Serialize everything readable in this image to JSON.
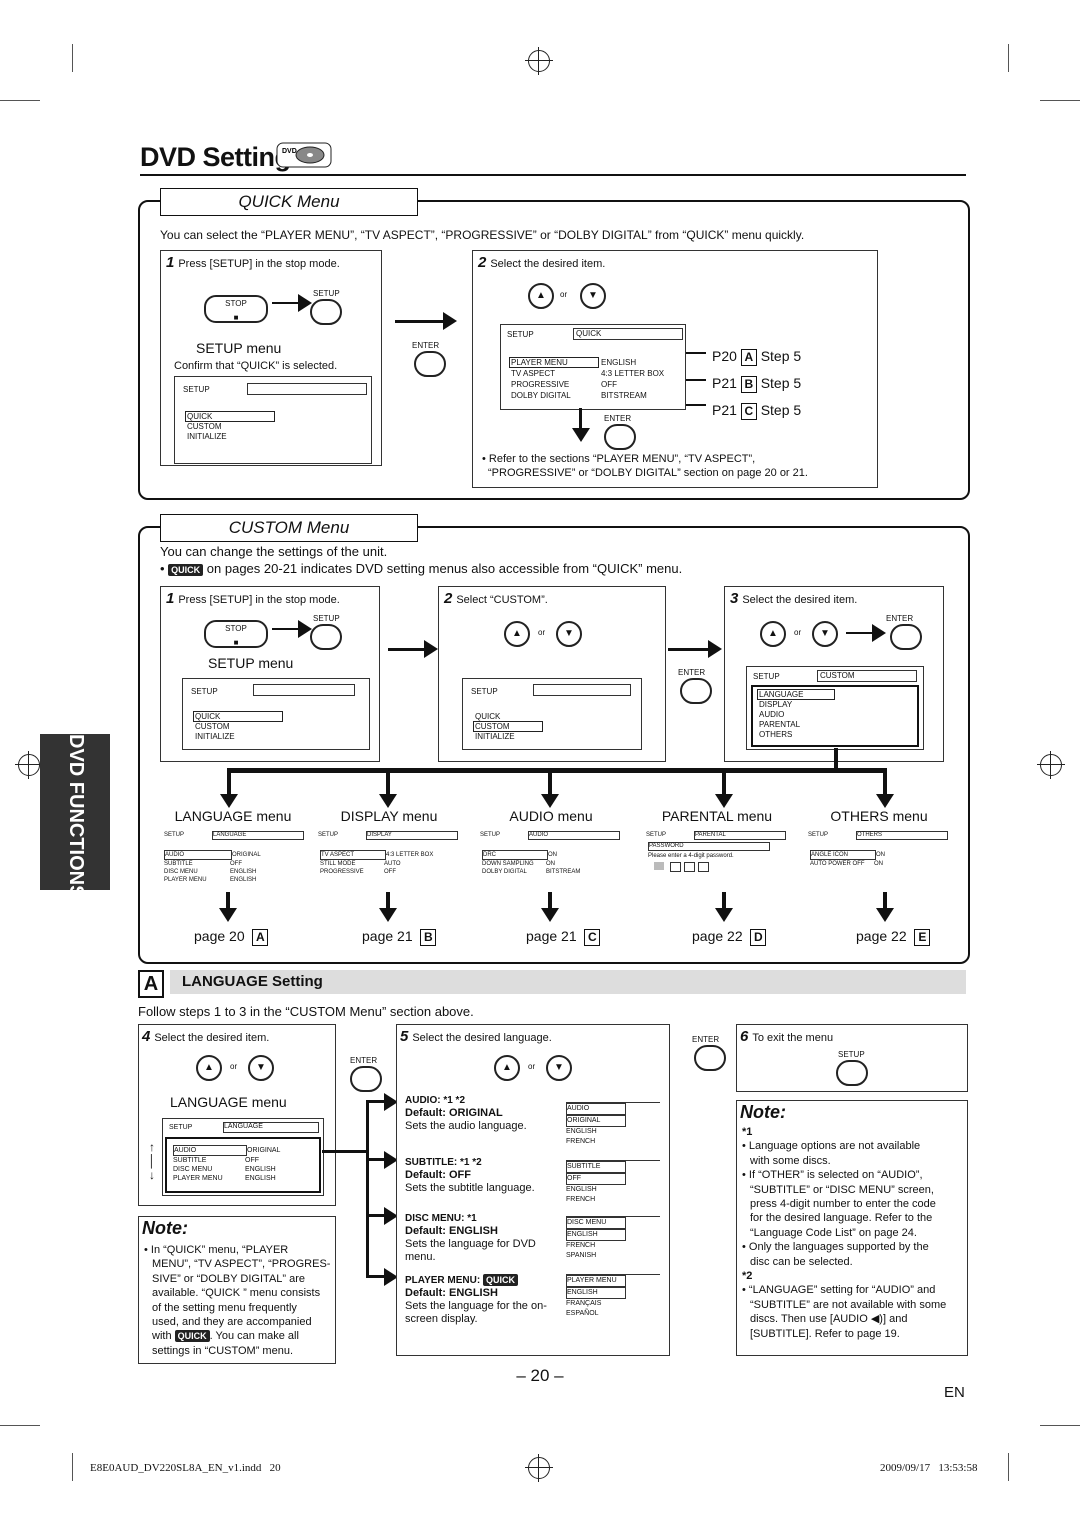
{
  "header": {
    "title": "DVD Setting",
    "icon": "dvd-disc-icon"
  },
  "quick": {
    "tab": "QUICK Menu",
    "intro": "You can select the “PLAYER MENU”, “TV ASPECT”, “PROGRESSIVE” or “DOLBY DIGITAL” from “QUICK” menu quickly.",
    "step1_num": "1",
    "step1_text": "Press [SETUP] in the stop mode.",
    "stop_label": "STOP",
    "setup_label": "SETUP",
    "enter_label": "ENTER",
    "or": "or",
    "setup_menu_label": "SETUP menu",
    "confirm_text": "Confirm that “QUICK” is selected.",
    "screen1": {
      "title": "SETUP",
      "items": [
        "QUICK",
        "CUSTOM",
        "INITIALIZE"
      ]
    },
    "step2_num": "2",
    "step2_text": "Select the desired item.",
    "screen2": {
      "title": "SETUP",
      "tab": "QUICK",
      "rows": [
        [
          "PLAYER MENU",
          "ENGLISH"
        ],
        [
          "TV ASPECT",
          "4:3 LETTER BOX"
        ],
        [
          "PROGRESSIVE",
          "OFF"
        ],
        [
          "DOLBY DIGITAL",
          "BITSTREAM"
        ]
      ]
    },
    "refs": [
      [
        "P20",
        "A",
        "Step 5"
      ],
      [
        "P21",
        "B",
        "Step 5"
      ],
      [
        "P21",
        "C",
        "Step 5"
      ]
    ],
    "refer_note1": "• Refer to the sections “PLAYER MENU”, “TV ASPECT”,",
    "refer_note2": "“PROGRESSIVE” or “DOLBY DIGITAL” section on page 20 or 21."
  },
  "custom": {
    "tab": "CUSTOM Menu",
    "intro1": "You can change the settings of the unit.",
    "intro2_badge": "QUICK",
    "intro2": "on pages 20-21 indicates DVD setting menus also accessible from “QUICK” menu.",
    "step1_num": "1",
    "step1_text": "Press [SETUP] in the stop mode.",
    "step2_num": "2",
    "step2_text": "Select “CUSTOM”.",
    "step3_num": "3",
    "step3_text": "Select the desired item.",
    "setup_menu_label": "SETUP menu",
    "screen1": {
      "title": "SETUP",
      "items": [
        "QUICK",
        "CUSTOM",
        "INITIALIZE"
      ]
    },
    "screen2": {
      "title": "SETUP",
      "items": [
        "QUICK",
        "CUSTOM",
        "INITIALIZE"
      ]
    },
    "screen3": {
      "title": "SETUP",
      "tab": "CUSTOM",
      "items": [
        "LANGUAGE",
        "DISPLAY",
        "AUDIO",
        "PARENTAL",
        "OTHERS"
      ]
    },
    "menus": [
      {
        "label": "LANGUAGE menu",
        "tab": "LANGUAGE",
        "rows": [
          [
            "AUDIO",
            "ORIGINAL"
          ],
          [
            "SUBTITLE",
            "OFF"
          ],
          [
            "DISC MENU",
            "ENGLISH"
          ],
          [
            "PLAYER MENU",
            "ENGLISH"
          ]
        ],
        "page": "page 20",
        "letter": "A"
      },
      {
        "label": "DISPLAY menu",
        "tab": "DISPLAY",
        "rows": [
          [
            "TV ASPECT",
            "4:3 LETTER BOX"
          ],
          [
            "STILL MODE",
            "AUTO"
          ],
          [
            "PROGRESSIVE",
            "OFF"
          ]
        ],
        "page": "page 21",
        "letter": "B"
      },
      {
        "label": "AUDIO menu",
        "tab": "AUDIO",
        "rows": [
          [
            "DRC",
            "ON"
          ],
          [
            "DOWN SAMPLING",
            "ON"
          ],
          [
            "DOLBY DIGITAL",
            "BITSTREAM"
          ]
        ],
        "page": "page 21",
        "letter": "C"
      },
      {
        "label": "PARENTAL menu",
        "tab": "PARENTAL",
        "rows": [
          [
            "PASSWORD",
            ""
          ],
          [
            "Please enter a 4-digit password.",
            ""
          ]
        ],
        "page": "page 22",
        "letter": "D"
      },
      {
        "label": "OTHERS menu",
        "tab": "OTHERS",
        "rows": [
          [
            "ANGLE ICON",
            "ON"
          ],
          [
            "AUTO POWER OFF",
            "ON"
          ]
        ],
        "page": "page 22",
        "letter": "E"
      }
    ]
  },
  "lang": {
    "letter": "A",
    "heading": "LANGUAGE Setting",
    "follow": "Follow steps 1 to 3 in the “CUSTOM Menu” section above.",
    "step4_num": "4",
    "step4_text": "Select the desired item.",
    "step5_num": "5",
    "step5_text": "Select the desired language.",
    "step6_num": "6",
    "step6_text": "To exit the menu",
    "lang_menu_label": "LANGUAGE menu",
    "screen4": {
      "title": "SETUP",
      "tab": "LANGUAGE",
      "rows": [
        [
          "AUDIO",
          "ORIGINAL"
        ],
        [
          "SUBTITLE",
          "OFF"
        ],
        [
          "DISC MENU",
          "ENGLISH"
        ],
        [
          "PLAYER MENU",
          "ENGLISH"
        ]
      ]
    },
    "options": [
      {
        "head": "AUDIO: *1 *2",
        "default": "Default: ORIGINAL",
        "desc": "Sets the audio language.",
        "list": [
          "AUDIO",
          "ORIGINAL",
          "ENGLISH",
          "FRENCH"
        ]
      },
      {
        "head": "SUBTITLE: *1 *2",
        "default": "Default: OFF",
        "desc": "Sets the subtitle language.",
        "list": [
          "SUBTITLE",
          "OFF",
          "ENGLISH",
          "FRENCH"
        ]
      },
      {
        "head": "DISC MENU: *1",
        "default": "Default: ENGLISH",
        "desc": "Sets the language for DVD menu.",
        "list": [
          "DISC MENU",
          "ENGLISH",
          "FRENCH",
          "SPANISH"
        ]
      },
      {
        "head": "PLAYER MENU:",
        "badge": "QUICK",
        "default": "Default: ENGLISH",
        "desc": "Sets the language for the on-screen display.",
        "list": [
          "PLAYER MENU",
          "ENGLISH",
          "FRANÇAIS",
          "ESPAÑOL"
        ]
      }
    ],
    "note_left_title": "Note:",
    "note_left": [
      "• In “QUICK” menu, “PLAYER",
      "MENU”, “TV ASPECT”, “PROGRES-",
      "SIVE” or “DOLBY DIGITAL” are",
      "available. “QUICK ” menu consists",
      "of the setting menu frequently",
      "used, and they are accompanied",
      "with",
      ". You can make all",
      "settings in “CUSTOM” menu."
    ],
    "note_right_title": "Note:",
    "note_right": [
      "*1",
      "• Language options are not available",
      "with some discs.",
      "• If “OTHER” is selected on “AUDIO”,",
      "“SUBTITLE” or “DISC MENU” screen,",
      "press 4-digit number to enter the code",
      "for the desired language. Refer to the",
      "“Language Code List” on page 24.",
      "• Only the languages supported by the",
      "disc can be selected.",
      "*2",
      "• “LANGUAGE” setting for “AUDIO” and",
      "“SUBTITLE” are not available with some",
      "discs. Then use [AUDIO ◀)] and",
      "[SUBTITLE]. Refer to page 19."
    ]
  },
  "sidebar": "DVD FUNCTIONS",
  "footer": {
    "page": "– 20 –",
    "lang": "EN",
    "file": "E8E0AUD_DV220SL8A_EN_v1.indd   20",
    "date": "2009/09/17   13:53:58"
  }
}
